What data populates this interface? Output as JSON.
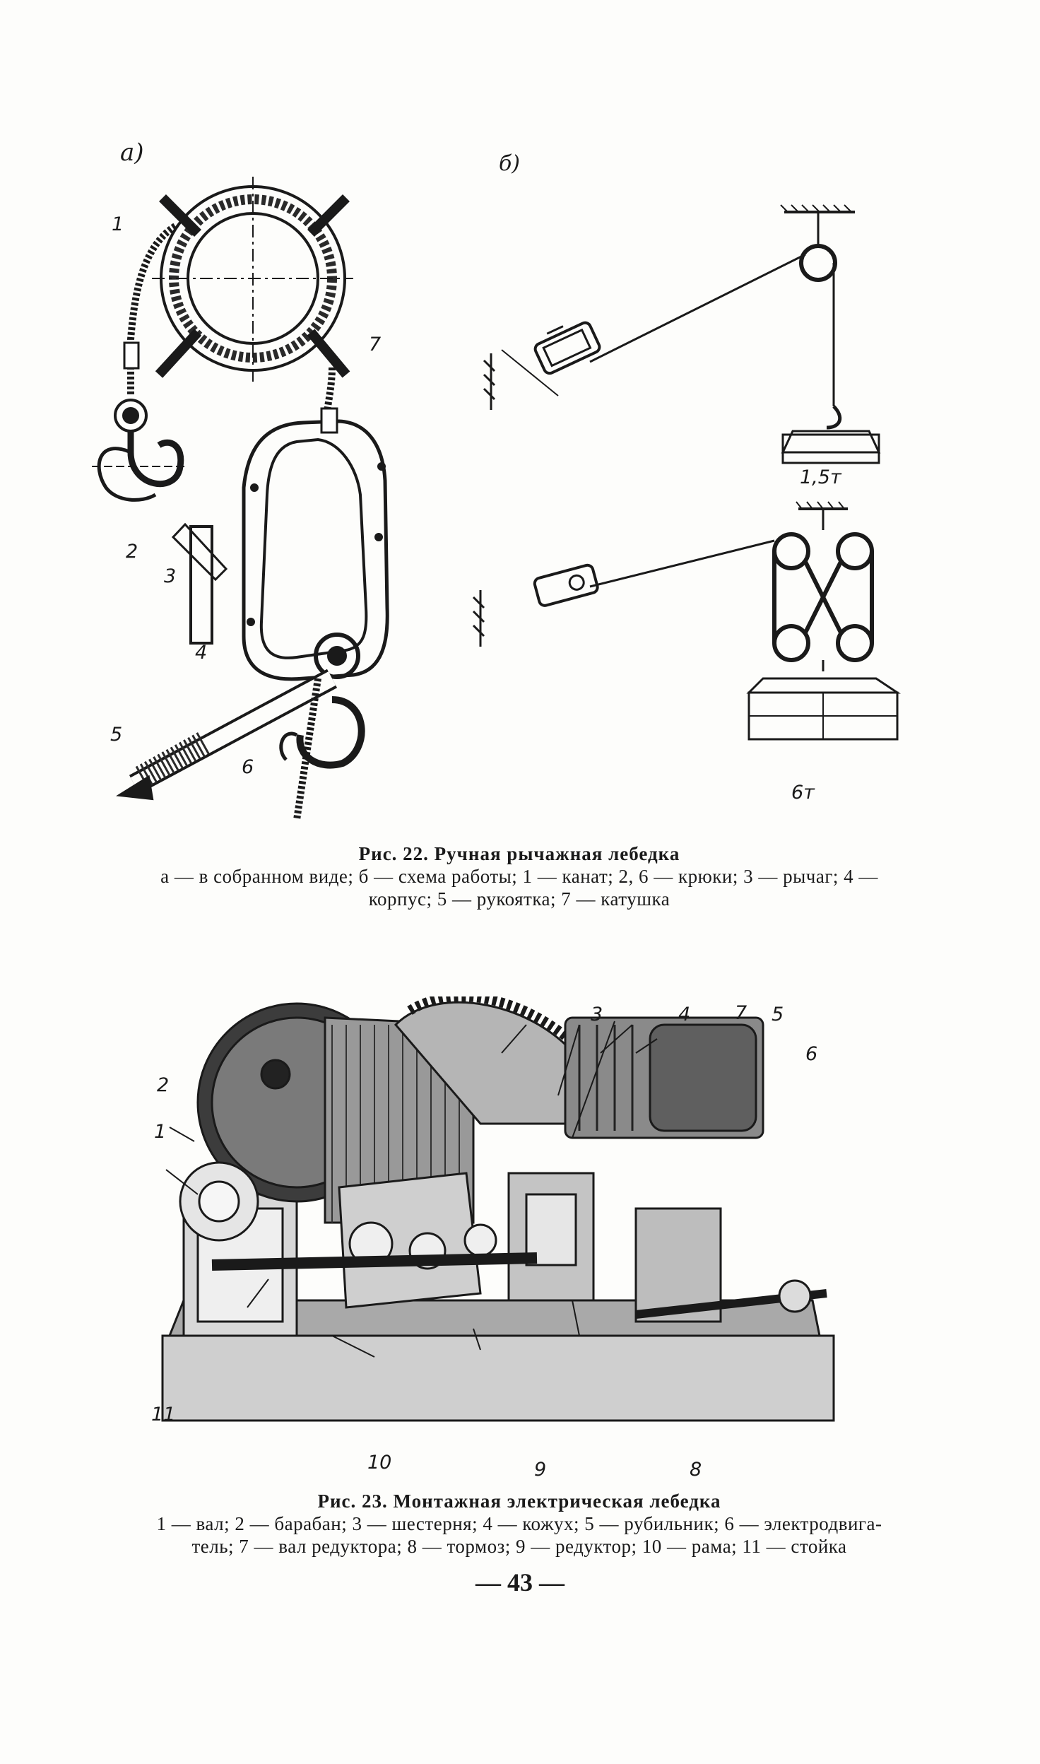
{
  "figure22": {
    "panel_a_label": "а)",
    "panel_b_label": "б)",
    "callouts": [
      "1",
      "2",
      "3",
      "4",
      "5",
      "6",
      "7"
    ],
    "load_top": "1,5т",
    "load_bottom": "6т",
    "caption_title": "Рис. 22. Ручная рычажная лебедка",
    "caption_line1": "а — в собранном виде; б — схема работы; 1 — канат; 2, 6 — крюки; 3 — рычаг; 4 —",
    "caption_line2": "корпус; 5 — рукоятка; 7 — катушка"
  },
  "figure23": {
    "callouts": [
      "1",
      "2",
      "3",
      "4",
      "7",
      "5",
      "6",
      "8",
      "9",
      "10",
      "11"
    ],
    "caption_title": "Рис. 23. Монтажная электрическая лебедка",
    "caption_line1": "1 — вал; 2 — барабан; 3 — шестерня; 4 — кожух; 5 — рубильник; 6 — электродвига-",
    "caption_line2": "тель; 7 — вал редуктора; 8 — тормоз; 9 — редуктор; 10 — рама; 11 — стойка"
  },
  "page_number": "— 43 —"
}
